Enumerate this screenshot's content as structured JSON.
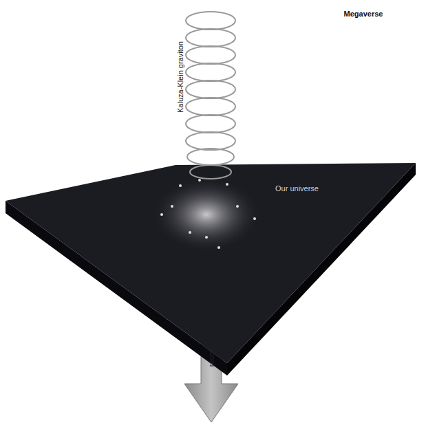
{
  "diagram": {
    "nodes": [
      {
        "text": [
          "Our universe"
        ]
      }
    ],
    "labels": [
      "Megaverse",
      "Kaluza-Klein graviton",
      "recoil"
    ]
  }
}
